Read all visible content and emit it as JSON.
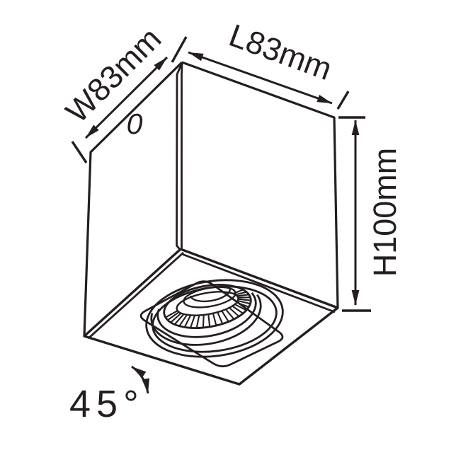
{
  "colors": {
    "line": "#241e1f",
    "background": "#ffffff"
  },
  "labels": {
    "width": "W83mm",
    "length": "L83mm",
    "height": "H100mm",
    "rotation_angle": "45°",
    "surface_mark": "0"
  }
}
